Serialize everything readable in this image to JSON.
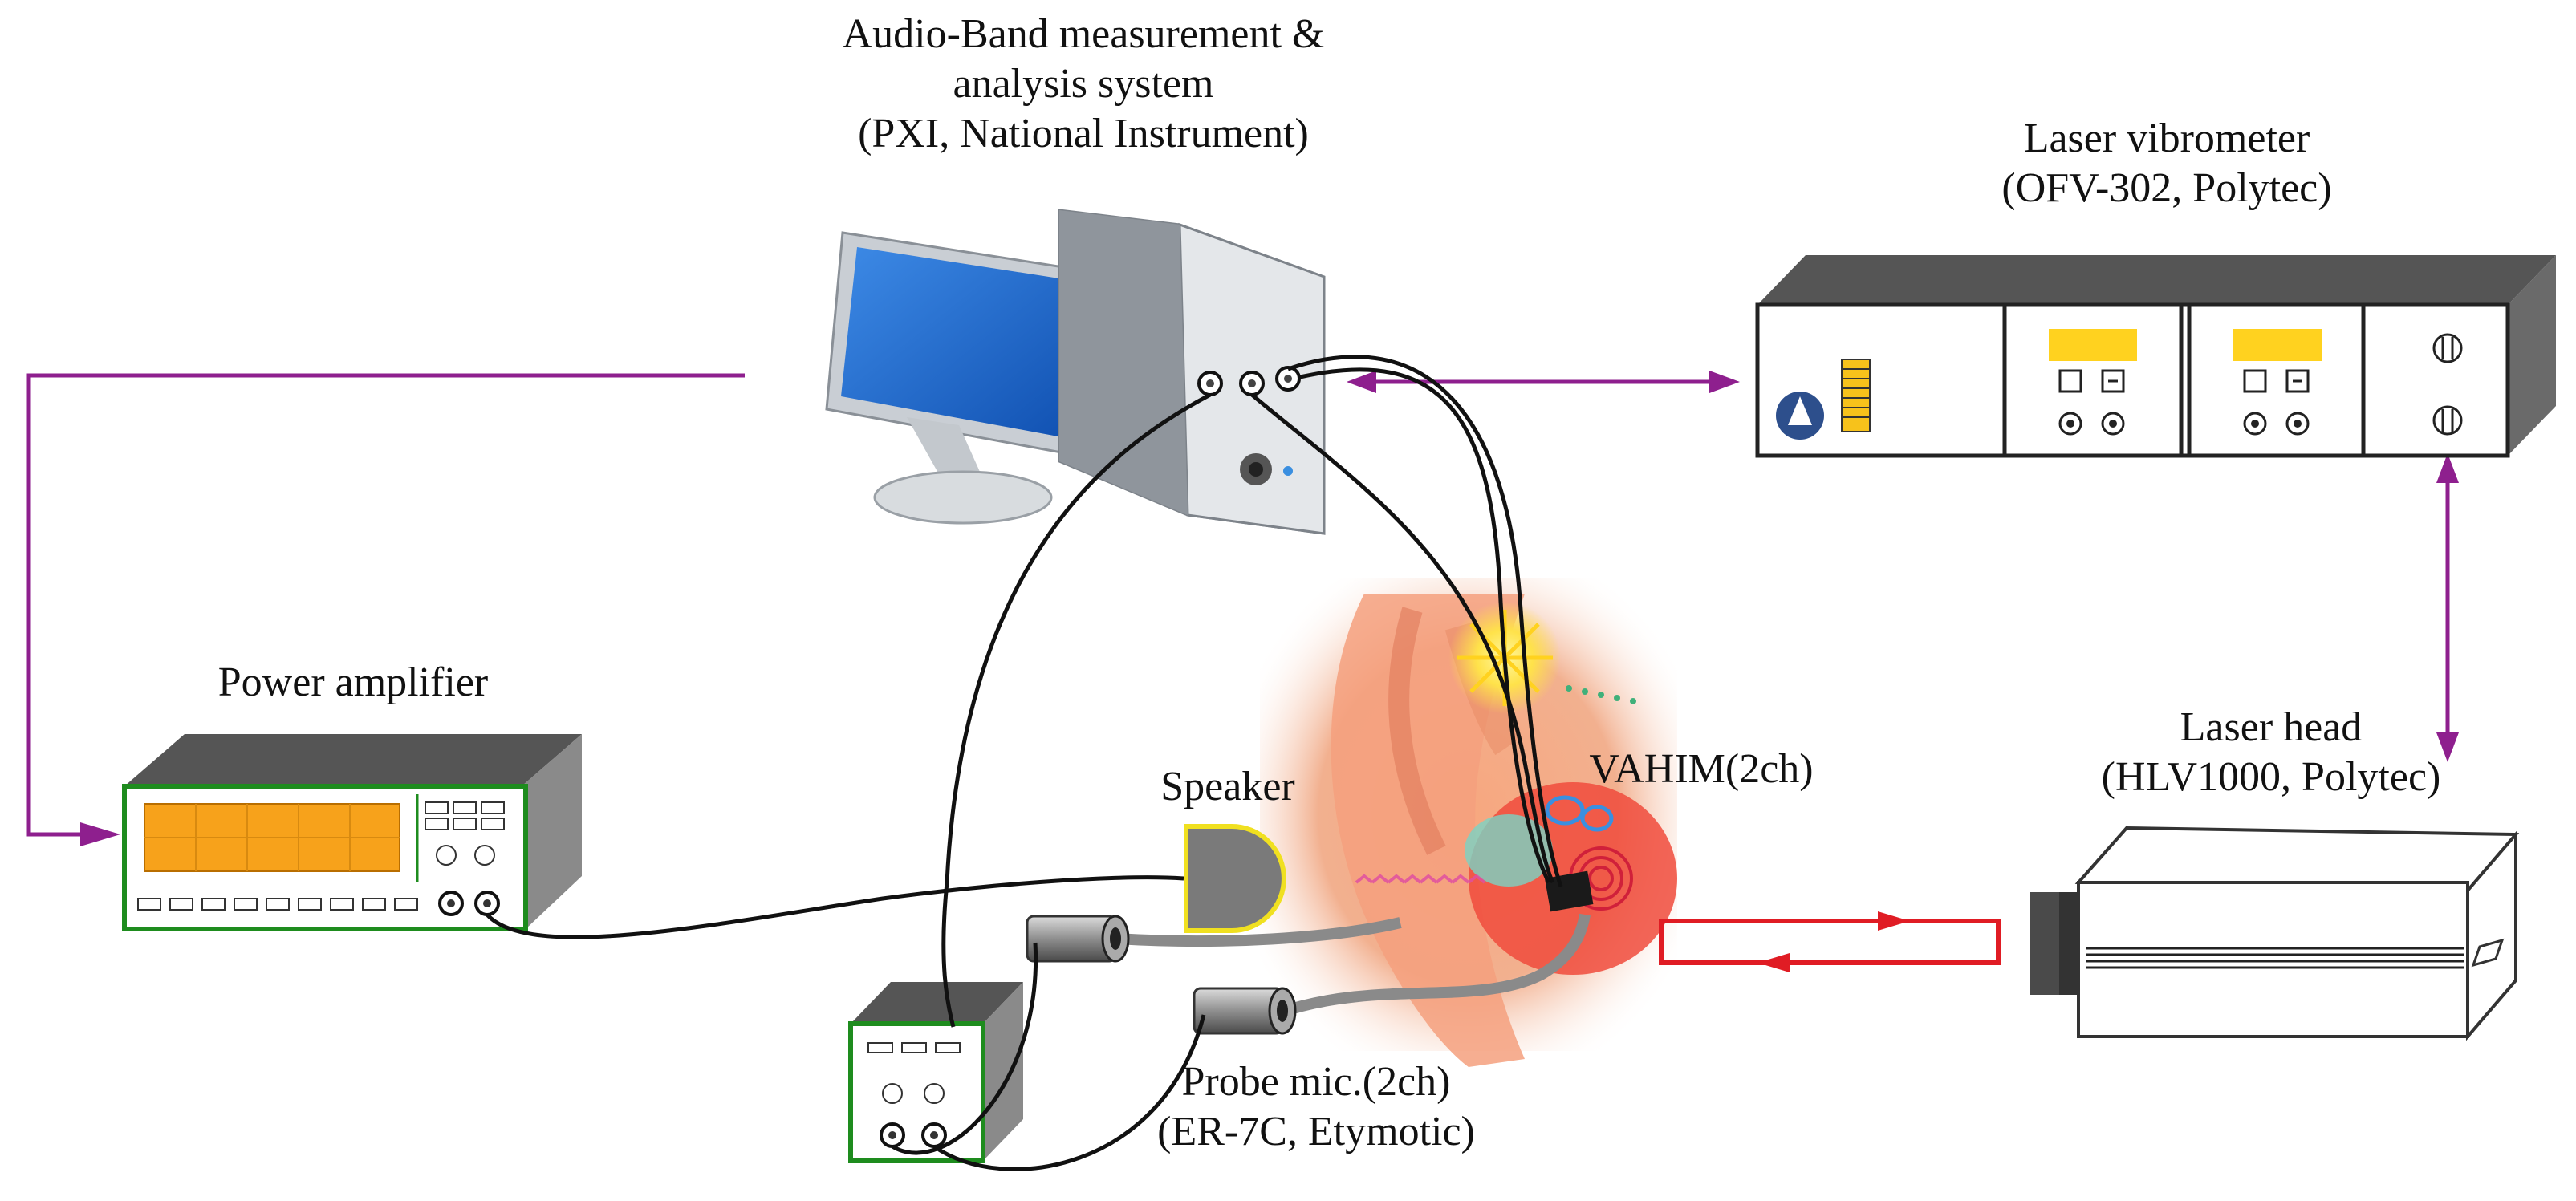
{
  "labels": {
    "pxi_line1": "Audio-Band measurement &",
    "pxi_line2": "analysis system",
    "pxi_line3": "(PXI, National Instrument)",
    "vib_line1": "Laser vibrometer",
    "vib_line2": "(OFV-302, Polytec)",
    "power_amp": "Power amplifier",
    "speaker": "Speaker",
    "vahim": "VAHIM(2ch)",
    "head_line1": "Laser head",
    "head_line2": "(HLV1000, Polytec)",
    "probe_line1": "Probe mic.(2ch)",
    "probe_line2": "(ER-7C, Etymotic)"
  },
  "colors": {
    "signal_arrow": "#8e1f8e",
    "laser_beam": "#e01c24",
    "amplifier_frame": "#1e8c1e",
    "amplifier_display": "#f7a21b",
    "vibrometer_display": "#ffd21f",
    "speaker_outline": "#f0e020",
    "monitor_screen": "#1a63c9",
    "cable": "#111111",
    "tube": "#888888",
    "ear_tissue": "#f08a6a"
  },
  "icons": {
    "computer": "desktop-computer-icon",
    "vibrometer": "laser-vibrometer-unit",
    "laser_head": "laser-head-unit",
    "power_amplifier": "power-amplifier-unit",
    "speaker": "speaker-icon",
    "probe_mic": "probe-microphone-icon",
    "ear": "ear-anatomy-illustration"
  }
}
